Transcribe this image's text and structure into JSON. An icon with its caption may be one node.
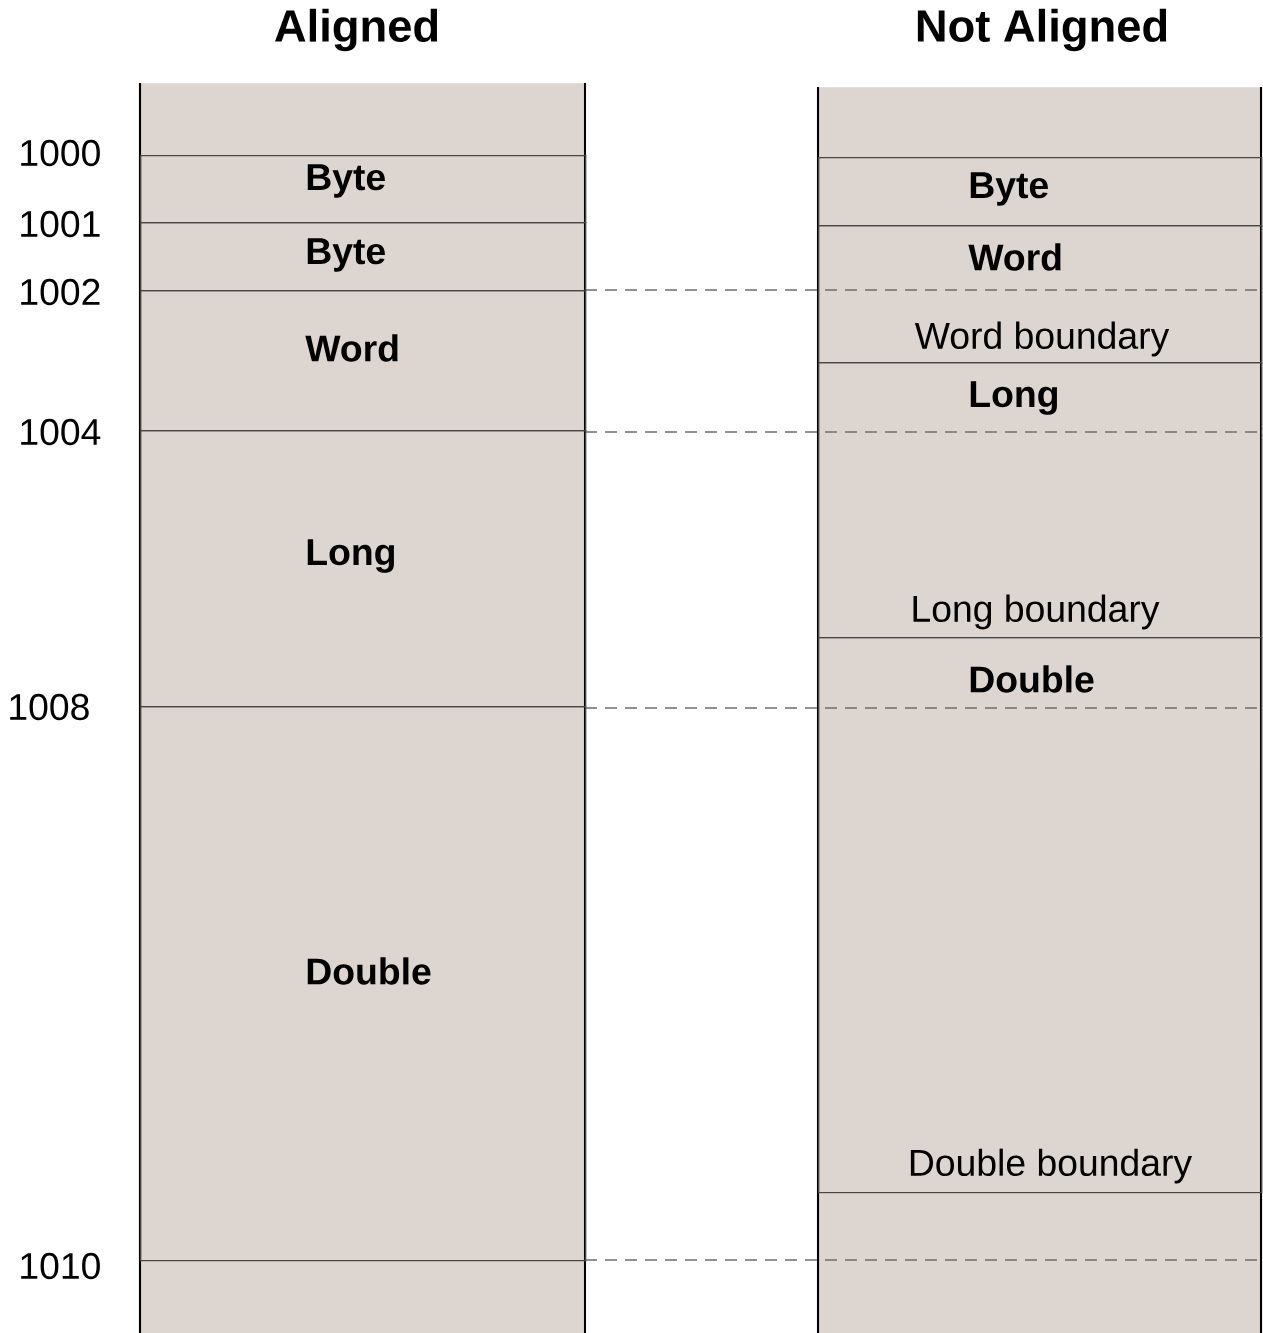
{
  "diagram": {
    "nodes": [
      {
        "text": [
          "Aligned"
        ]
      },
      {
        "text": [
          "Byte"
        ],
        "in": 0
      },
      {
        "text": [
          "Byte"
        ],
        "in": 0
      },
      {
        "text": [
          "Word"
        ],
        "in": 0
      },
      {
        "text": [
          "Long"
        ],
        "in": 0
      },
      {
        "text": [
          "Double"
        ],
        "in": 0
      },
      {
        "text": [
          "Not Aligned"
        ]
      },
      {
        "text": [
          "Byte"
        ],
        "in": 6
      },
      {
        "text": [
          "Word"
        ],
        "in": 6
      },
      {
        "text": [
          "Long"
        ],
        "in": 6
      },
      {
        "text": [
          "Double"
        ],
        "in": 6
      }
    ],
    "labels": [
      "1000",
      "1001",
      "1002",
      "Word boundary",
      "1004",
      "Long boundary",
      "1008",
      "Double boundary",
      "1010"
    ]
  }
}
